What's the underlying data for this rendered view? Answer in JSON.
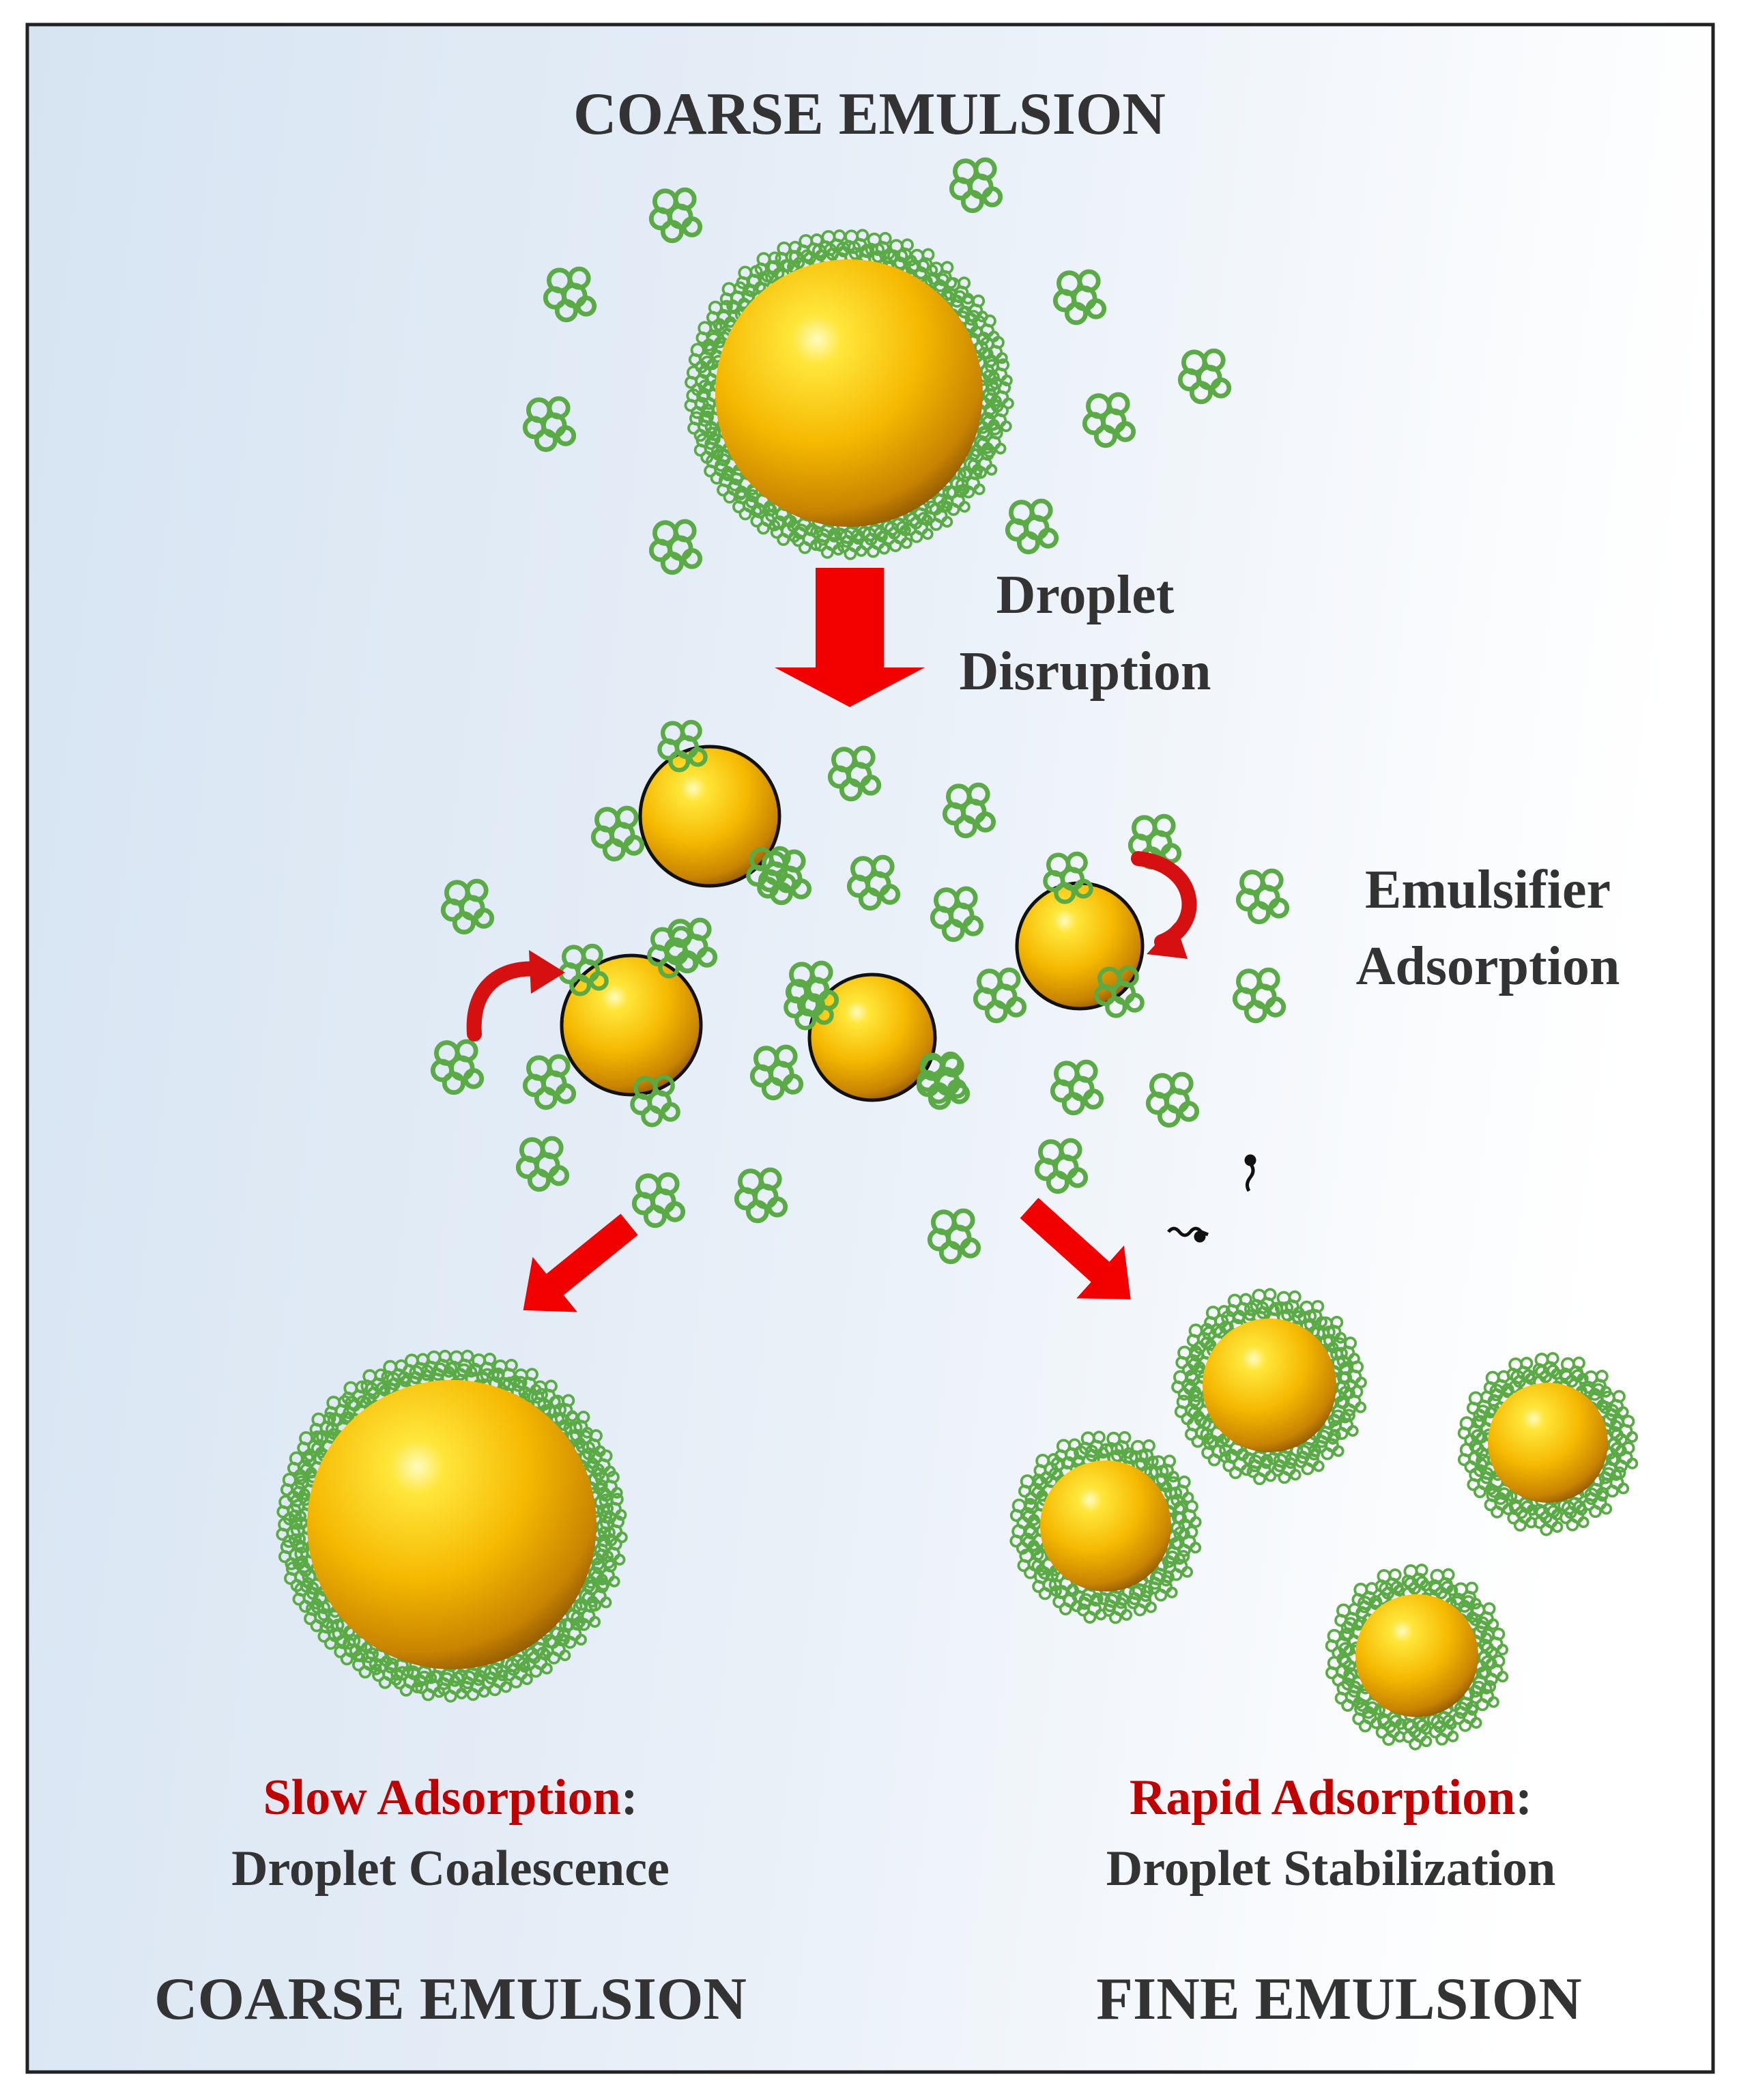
{
  "title_top": "COARSE EMULSION",
  "step_disruption": {
    "line1": "Droplet",
    "line2": "Disruption"
  },
  "step_adsorption": {
    "line1": "Emulsifier",
    "line2": "Adsorption"
  },
  "left_outcome": {
    "highlight": "Slow Adsorption",
    "colon": ":",
    "result": "Droplet Coalescence",
    "label": "COARSE EMULSION"
  },
  "right_outcome": {
    "highlight": "Rapid Adsorption",
    "colon": ":",
    "result": "Droplet Stabilization",
    "label": "FINE EMULSION"
  },
  "colors": {
    "text_dark": "#333333",
    "text_red": "#c00000",
    "arrow_red": "#f20000",
    "droplet_gold": "#f0b000",
    "emulsifier_green": "#5aaa46",
    "background_left": "#d8e6f3",
    "background_right": "#ffffff"
  },
  "icons": [
    "droplet",
    "emulsifier-molecule",
    "down-arrow",
    "diagonal-arrow",
    "curved-arrow"
  ]
}
